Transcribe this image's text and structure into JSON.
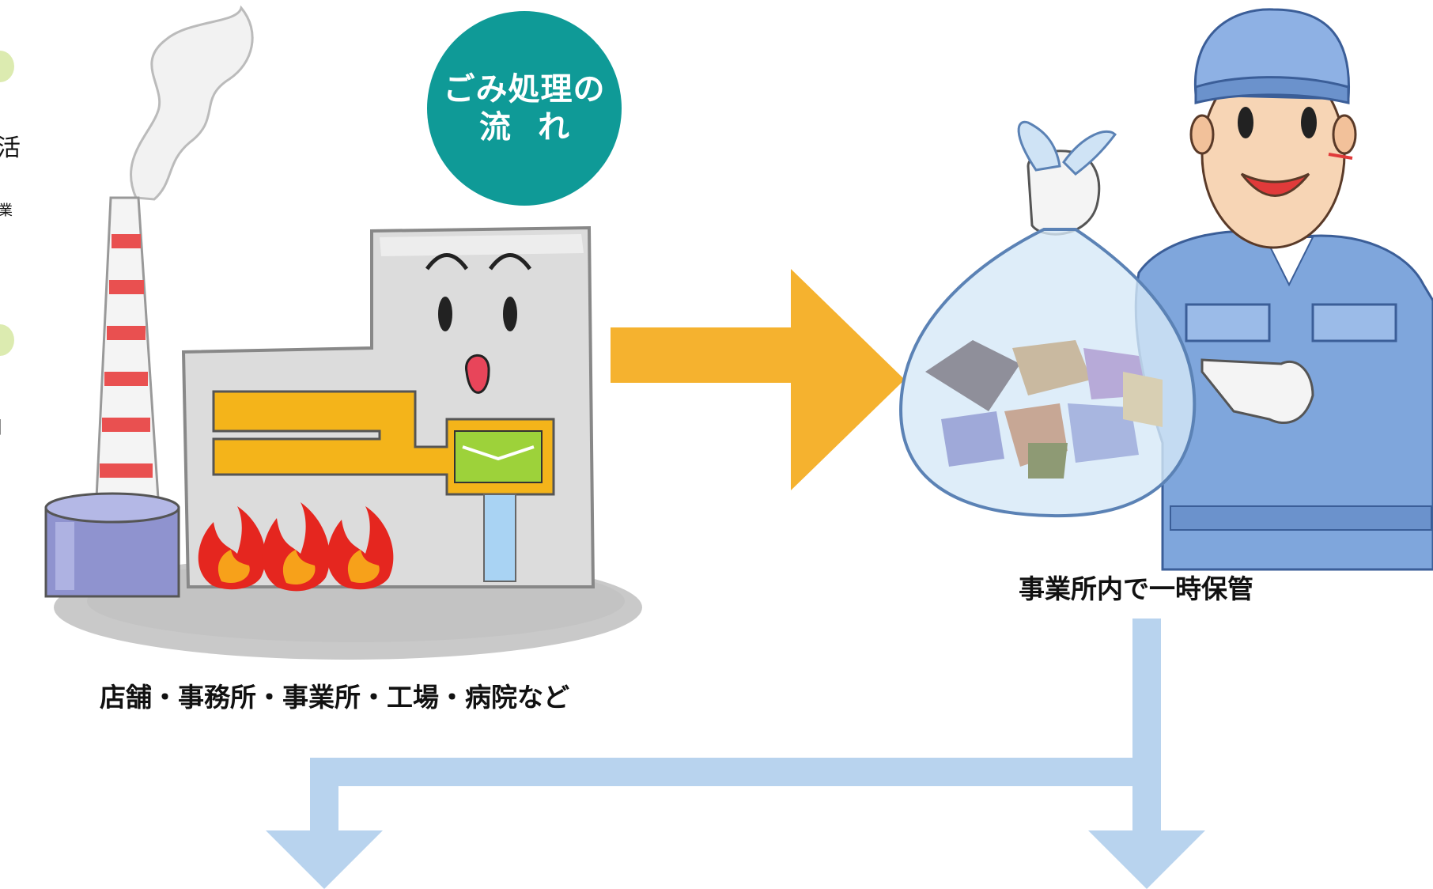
{
  "badge": {
    "line1": "ごみ処理の",
    "line2": "流れ"
  },
  "captions": {
    "business_sites": "店舗・事務所・事業所・工場・病院など",
    "temporary_storage": "事業所内で一時保管"
  },
  "edge_fragments": {
    "frag1": "活",
    "frag2": "業",
    "frag3": "」"
  },
  "colors": {
    "badge_teal": "#0f9a97",
    "orange_arrow": "#f5b22f",
    "blue_arrow": "#b8d3ee",
    "building_gray": "#d8d8d8",
    "worker_blue": "#7fa6dc",
    "flame_red": "#e5261f"
  },
  "icons": [
    "factory-illustration",
    "worker-with-garbage-bag-illustration",
    "flow-arrow"
  ]
}
